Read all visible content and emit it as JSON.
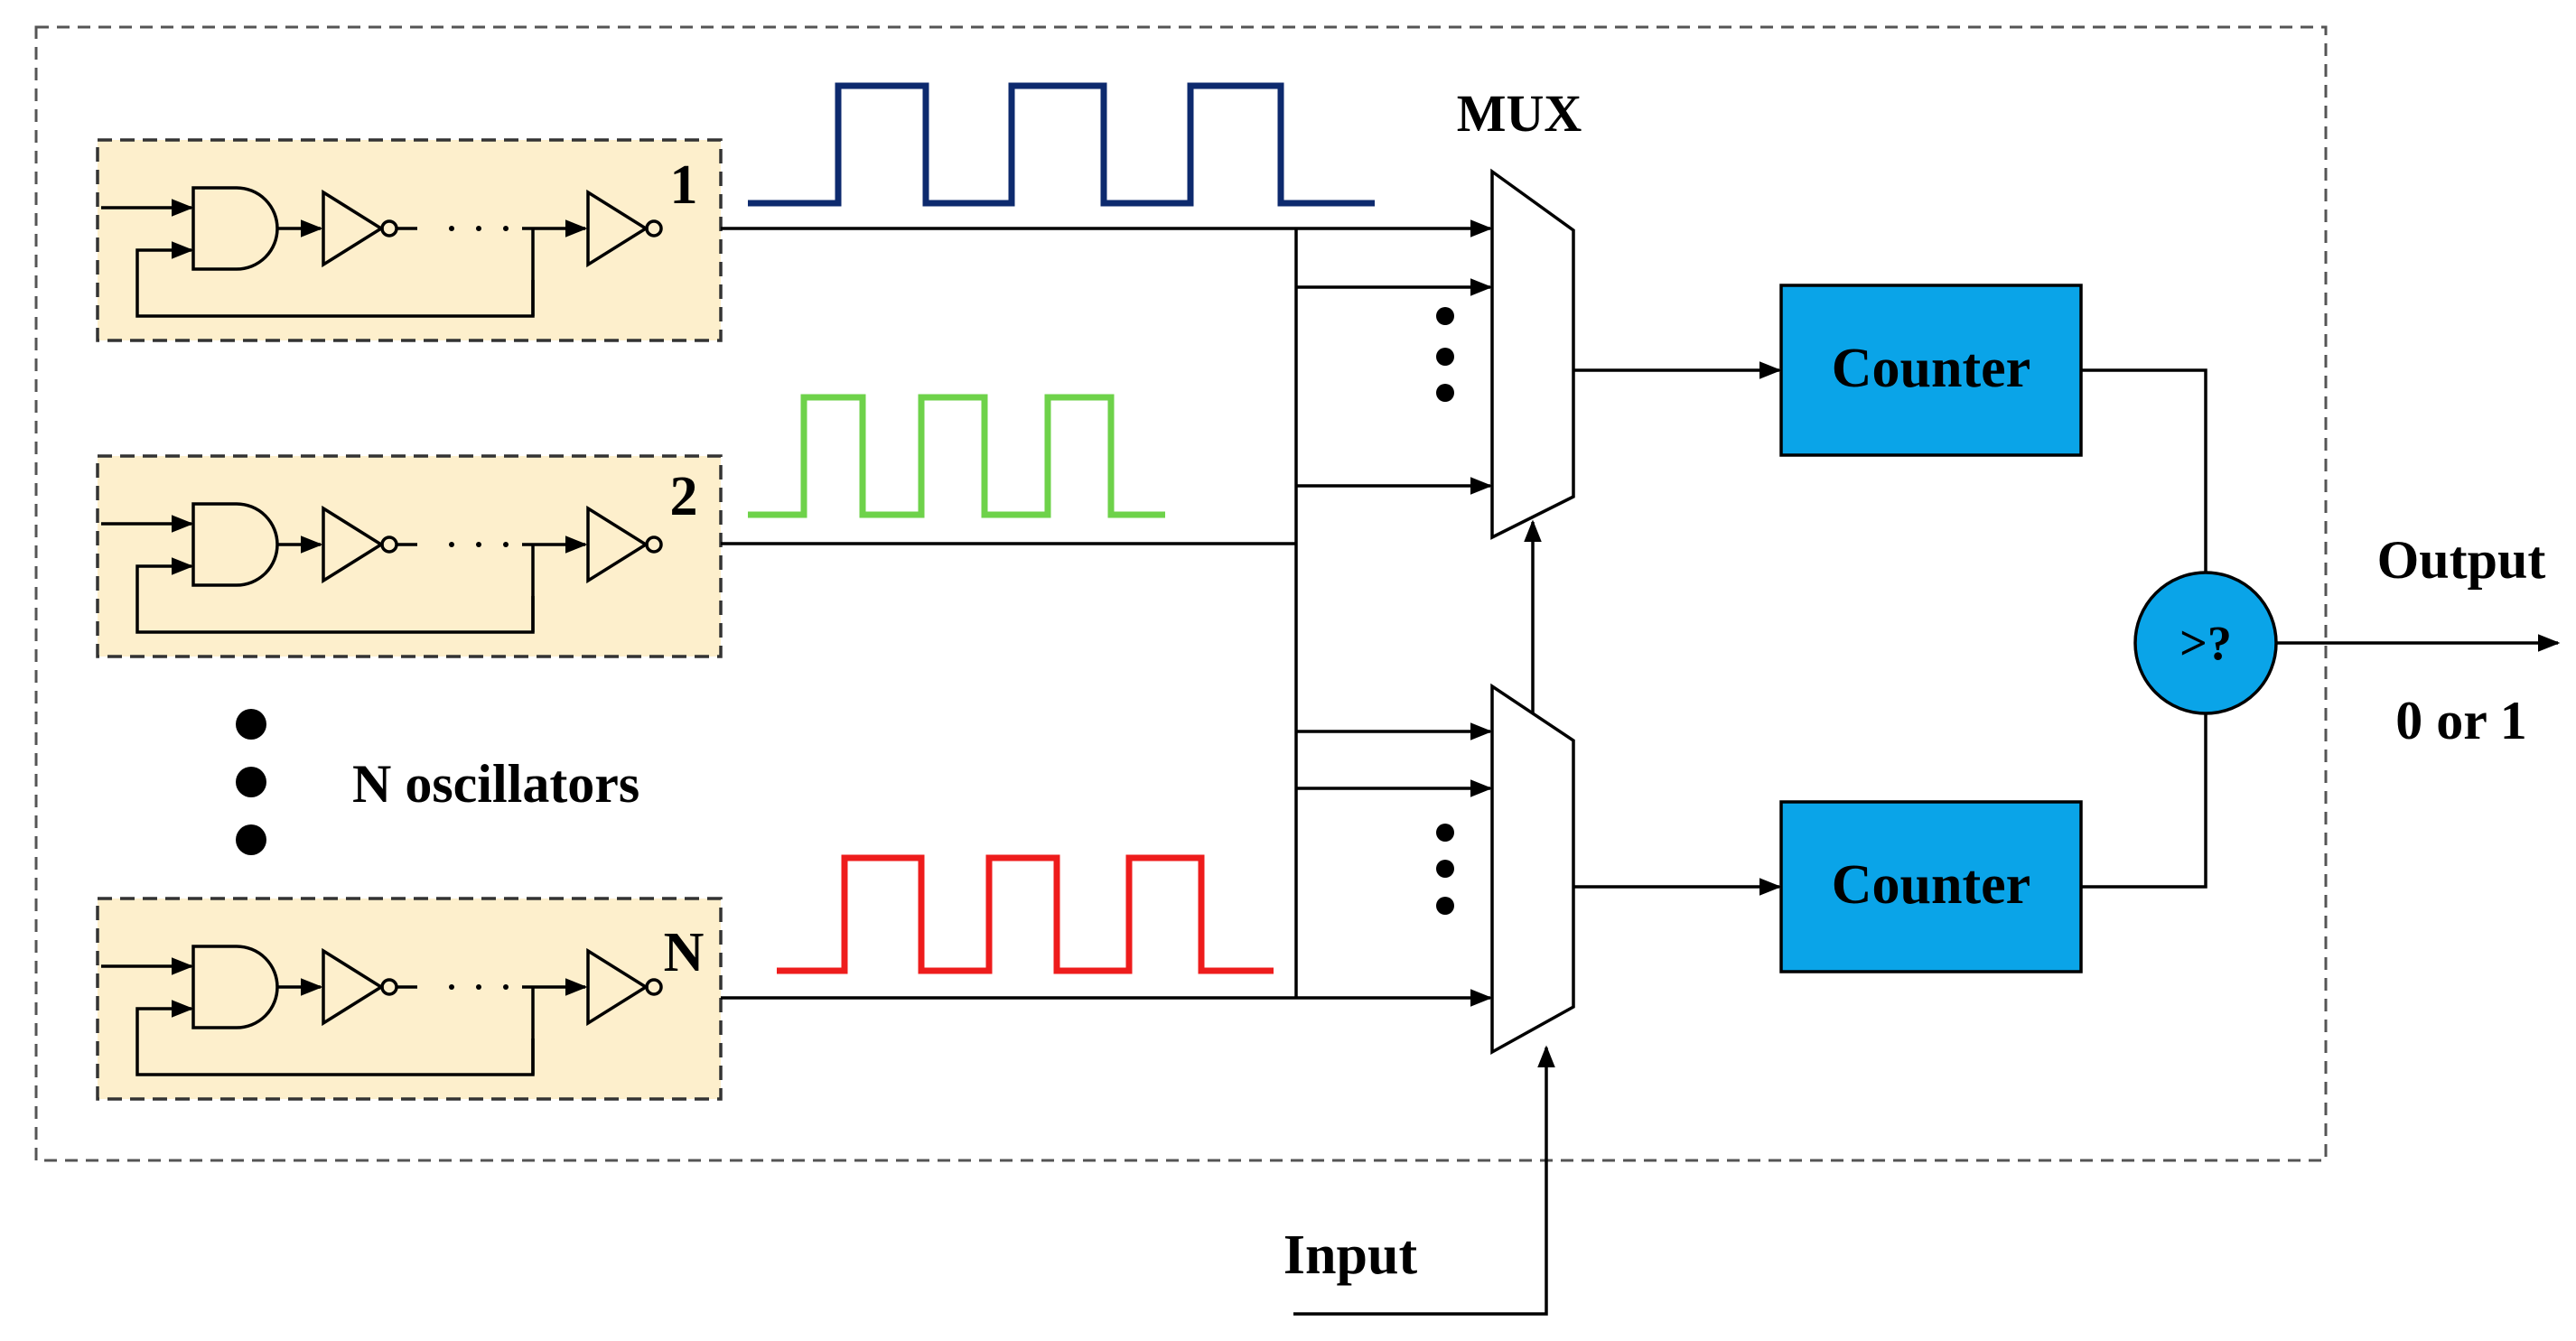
{
  "oscillators": [
    {
      "label": "1",
      "wave_color": "#0d2a6e"
    },
    {
      "label": "2",
      "wave_color": "#6ed24a"
    },
    {
      "label": "N",
      "wave_color": "#ee1c1c"
    }
  ],
  "oscillator_count_label": "N oscillators",
  "mux_label": "MUX",
  "counters": [
    {
      "label": "Counter"
    },
    {
      "label": "Counter"
    }
  ],
  "comparator_label": ">?",
  "output_label": "Output",
  "output_values": "0 or 1",
  "input_label": "Input",
  "colors": {
    "oscillator_fill": "#fdefcc",
    "counter_fill": "#0aa4e8",
    "comparator_fill": "#0aa4e8"
  }
}
